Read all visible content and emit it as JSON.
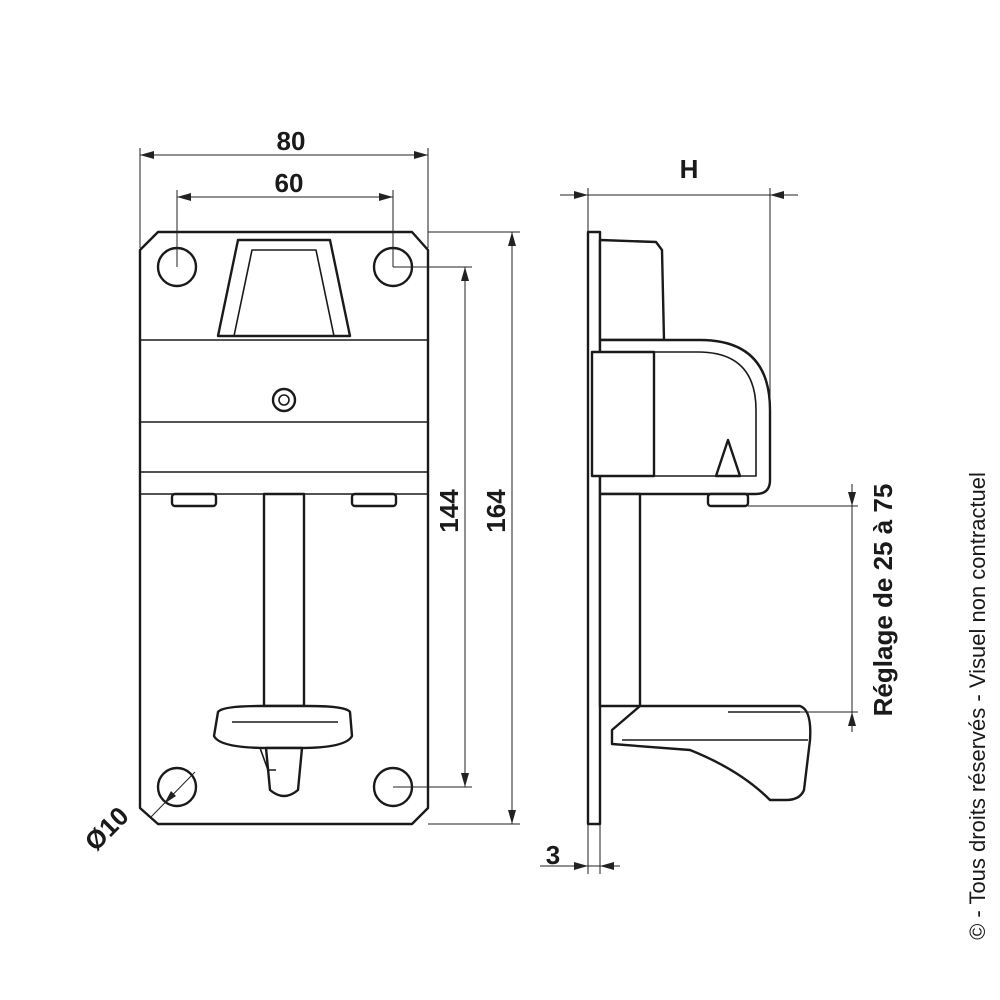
{
  "dimensions": {
    "width_overall": "80",
    "width_holes": "60",
    "height_holes": "144",
    "height_overall": "164",
    "hole_diameter": "Ø10",
    "depth": "H",
    "thickness": "3",
    "adjustment": "Réglage de 25 à 75"
  },
  "copyright": "© - Tous droits réservés - Visuel non contractuel",
  "colors": {
    "line": "#1a1a1a",
    "background": "#ffffff"
  }
}
